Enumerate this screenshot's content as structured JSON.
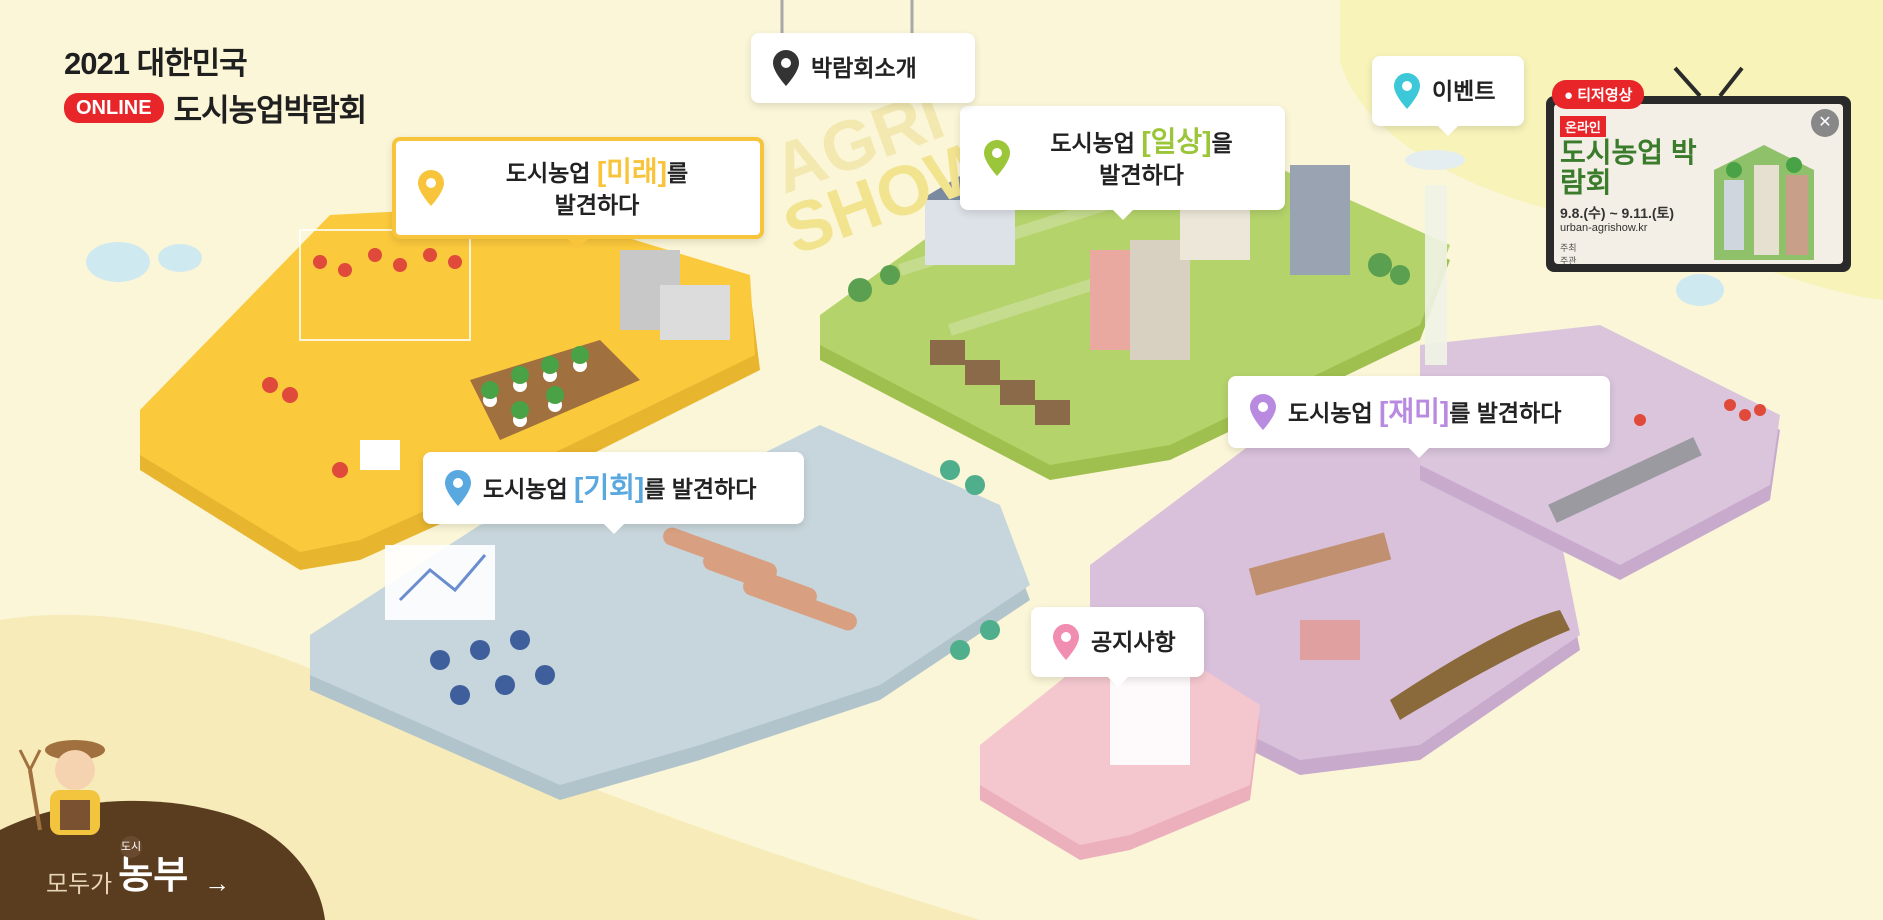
{
  "title": {
    "line1": "2021 대한민국",
    "badge": "ONLINE",
    "line2": "도시농업박람회"
  },
  "pins": {
    "future": {
      "pre": "도시농업 ",
      "hl": "[미래]",
      "post": "를",
      "line2": "발견하다",
      "color": "#f7c43b"
    },
    "daily": {
      "pre": "도시농업 ",
      "hl": "[일상]",
      "post": "을",
      "line2": "발견하다",
      "color": "#9cc63a"
    },
    "intro": {
      "label": "박람회소개",
      "color": "#333333"
    },
    "event": {
      "label": "이벤트",
      "color": "#3cc8d8"
    },
    "chance": {
      "pre": "도시농업 ",
      "hl": "[기회]",
      "post": "를 발견하다",
      "color": "#5aa8e0"
    },
    "fun": {
      "pre": "도시농업 ",
      "hl": "[재미]",
      "post": "를 발견하다",
      "color": "#b98be0"
    },
    "notice": {
      "label": "공지사항",
      "color": "#f08db0"
    }
  },
  "teaser": {
    "badge": "● 티저영상",
    "close": "✕",
    "online": "온라인",
    "title": "도시농업 박람회",
    "date": "9.8.(수) ~ 9.11.(토)",
    "url": "urban-agrishow.kr",
    "host_label": "주최",
    "org_label": "주관"
  },
  "brand": {
    "small": "모두가",
    "mini": "도시",
    "big": "농부",
    "arrow": "→"
  },
  "colors": {
    "yellow": "#fbc93c",
    "green": "#b4d36b",
    "blue": "#c7d6dc",
    "purple": "#d9c1dc",
    "pink": "#f4c7cf",
    "brown": "#5a3c1e",
    "accent_red": "#e8262a"
  }
}
